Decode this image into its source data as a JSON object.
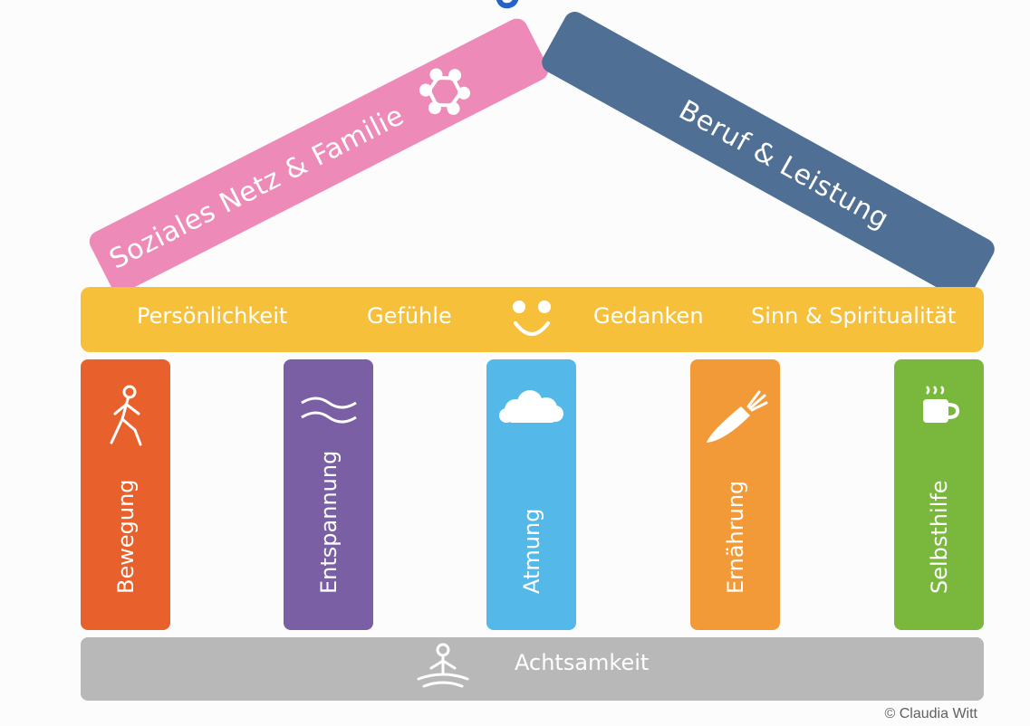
{
  "roof": {
    "left_label": "Soziales Netz & Familie",
    "right_label": "Beruf & Leistung"
  },
  "beam": {
    "items": [
      "Persönlichkeit",
      "Gefühle",
      "Gedanken",
      "Sinn & Spiritualität"
    ]
  },
  "pillars": [
    {
      "label": "Bewegung",
      "color": "#e8602b",
      "icon": "walking-person-icon"
    },
    {
      "label": "Entspannung",
      "color": "#7a5fa5",
      "icon": "waves-icon"
    },
    {
      "label": "Atmung",
      "color": "#54b8e8",
      "icon": "cloud-icon"
    },
    {
      "label": "Ernährung",
      "color": "#f39a38",
      "icon": "carrot-icon"
    },
    {
      "label": "Selbsthilfe",
      "color": "#79b83c",
      "icon": "coffee-cup-icon"
    }
  ],
  "base": {
    "label": "Achtsamkeit",
    "icon": "meditation-icon"
  },
  "colors": {
    "roof_left": "#ee8ab8",
    "roof_right": "#4f6f95",
    "beam": "#f7c03a",
    "base": "#b8b8b8",
    "title_clip": "#2563c9"
  },
  "copyright": "© Claudia Witt"
}
